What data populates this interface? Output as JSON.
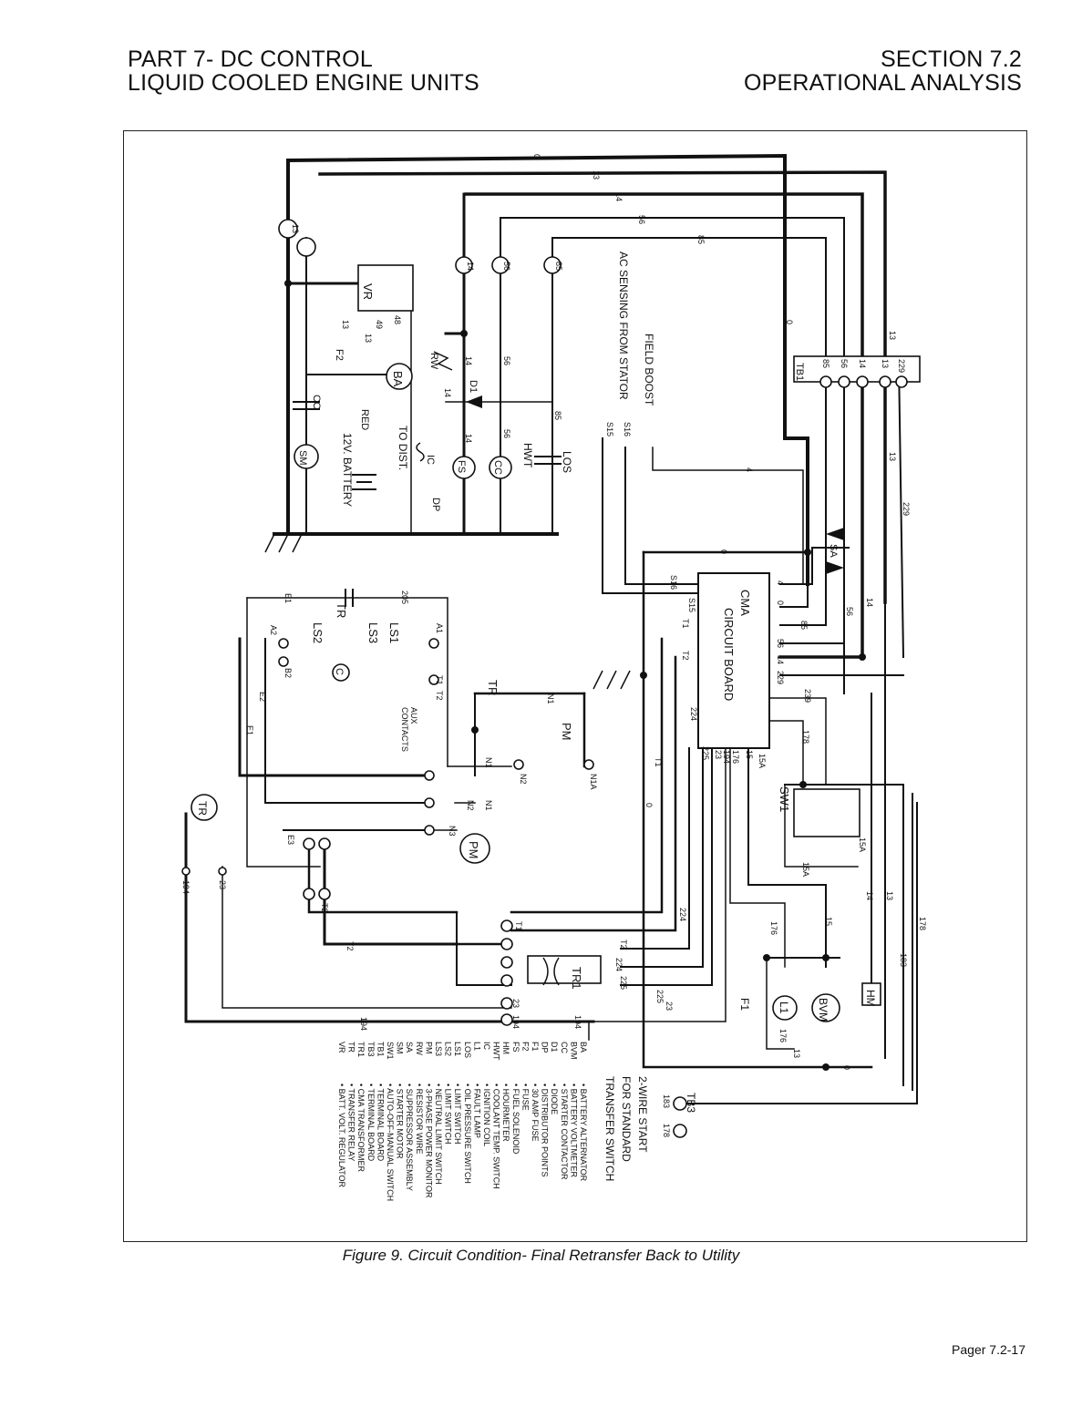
{
  "header": {
    "left_line1": "PART 7- DC CONTROL",
    "left_line2": "LIQUID COOLED ENGINE UNITS",
    "right_line1": "SECTION 7.2",
    "right_line2": "OPERATIONAL ANALYSIS"
  },
  "caption": "Figure 9. Circuit Condition- Final Retransfer Back to Utility",
  "page_number": "Pager 7.2-17",
  "components": {
    "vr": "VR",
    "ba": "BA",
    "cc": "CC",
    "sm": "SM",
    "f2": "F2",
    "rw": "RW",
    "d1": "D1",
    "fs": "FS",
    "hwt": "HWT",
    "los": "LOS",
    "ic": "IC",
    "dp": "DP",
    "battery": "12V. BATTERY",
    "red": "RED",
    "to_dist": "TO DIST.",
    "tb1": "TB1",
    "sa": "SA",
    "cma": "CMA",
    "cma2": "CIRCUIT BOARD",
    "sw1": "SW1",
    "pm": "PM",
    "tr": "TR",
    "tr1": "TR1",
    "hm": "HM",
    "bvm": "BVM",
    "l1": "L1",
    "f1": "F1",
    "tb3": "TB3",
    "ls1": "LS1",
    "ls2": "LS2",
    "ls3": "LS3",
    "c": "C",
    "aux": "AUX",
    "contacts": "CONTACTS",
    "field_boost": "FIELD BOOST",
    "ac_sensing": "AC SENSING FROM STATOR",
    "two_wire_1": "2-WIRE START",
    "two_wire_2": "FOR STANDARD",
    "two_wire_3": "TRANSFER SWITCH"
  },
  "wires": {
    "w0": "0",
    "w4": "4",
    "w13": "13",
    "w14": "14",
    "w15": "15",
    "w15a": "15A",
    "w23": "23",
    "w56": "56",
    "w85": "85",
    "w176": "176",
    "w178": "178",
    "w183": "183",
    "w194": "194",
    "w205": "205",
    "w224": "224",
    "w225": "225",
    "w229": "229",
    "w239": "239",
    "s15": "S15",
    "s16": "S16",
    "t1": "T1",
    "t2": "T2",
    "n1": "N1",
    "n1a": "N1A",
    "n2": "N2",
    "n3": "N3",
    "e1": "E1",
    "e2": "E2",
    "e3": "E3",
    "a1": "A1",
    "a2": "A2",
    "b2": "B2",
    "w48": "48",
    "w49": "49"
  },
  "legend": [
    {
      "code": "BA",
      "desc": "BATTERY ALTERNATOR"
    },
    {
      "code": "BVM",
      "desc": "BATTERY VOLTMETER"
    },
    {
      "code": "CC",
      "desc": "STARTER CONTACTOR"
    },
    {
      "code": "D1",
      "desc": "DIODE"
    },
    {
      "code": "DP",
      "desc": "DISTRIBUTOR POINTS"
    },
    {
      "code": "F1",
      "desc": "30 AMP FUSE"
    },
    {
      "code": "F2",
      "desc": "FUSE"
    },
    {
      "code": "FS",
      "desc": "FUEL SOLENOID"
    },
    {
      "code": "HM",
      "desc": "HOURMETER"
    },
    {
      "code": "HWT",
      "desc": "COOLANT TEMP. SWITCH"
    },
    {
      "code": "IC",
      "desc": "IGNITION COIL"
    },
    {
      "code": "L1",
      "desc": "FAULT LAMP"
    },
    {
      "code": "LOS",
      "desc": "OIL PRESSURE SWITCH"
    },
    {
      "code": "LS1",
      "desc": "LIMIT SWITCH"
    },
    {
      "code": "LS2",
      "desc": "LIMIT SWITCH"
    },
    {
      "code": "LS3",
      "desc": "NEUTRAL LIMIT SWITCH"
    },
    {
      "code": "PM",
      "desc": "3-PHASE POWER MONITOR"
    },
    {
      "code": "RW",
      "desc": "RESISTOR WIRE"
    },
    {
      "code": "SA",
      "desc": "SUPPRESSOR ASSEMBLY"
    },
    {
      "code": "SM",
      "desc": "STARTER MOTOR"
    },
    {
      "code": "SW1",
      "desc": "AUTO-OFF-MANUAL SWITCH"
    },
    {
      "code": "TB1",
      "desc": "TERMINAL BOARD"
    },
    {
      "code": "TB3",
      "desc": "TERMINAL BOARD"
    },
    {
      "code": "TR1",
      "desc": "CMA TRANSFORMER"
    },
    {
      "code": "TR",
      "desc": "TRANSFER RELAY"
    },
    {
      "code": "VR",
      "desc": "BATT. VOLT. REGULATOR"
    }
  ]
}
